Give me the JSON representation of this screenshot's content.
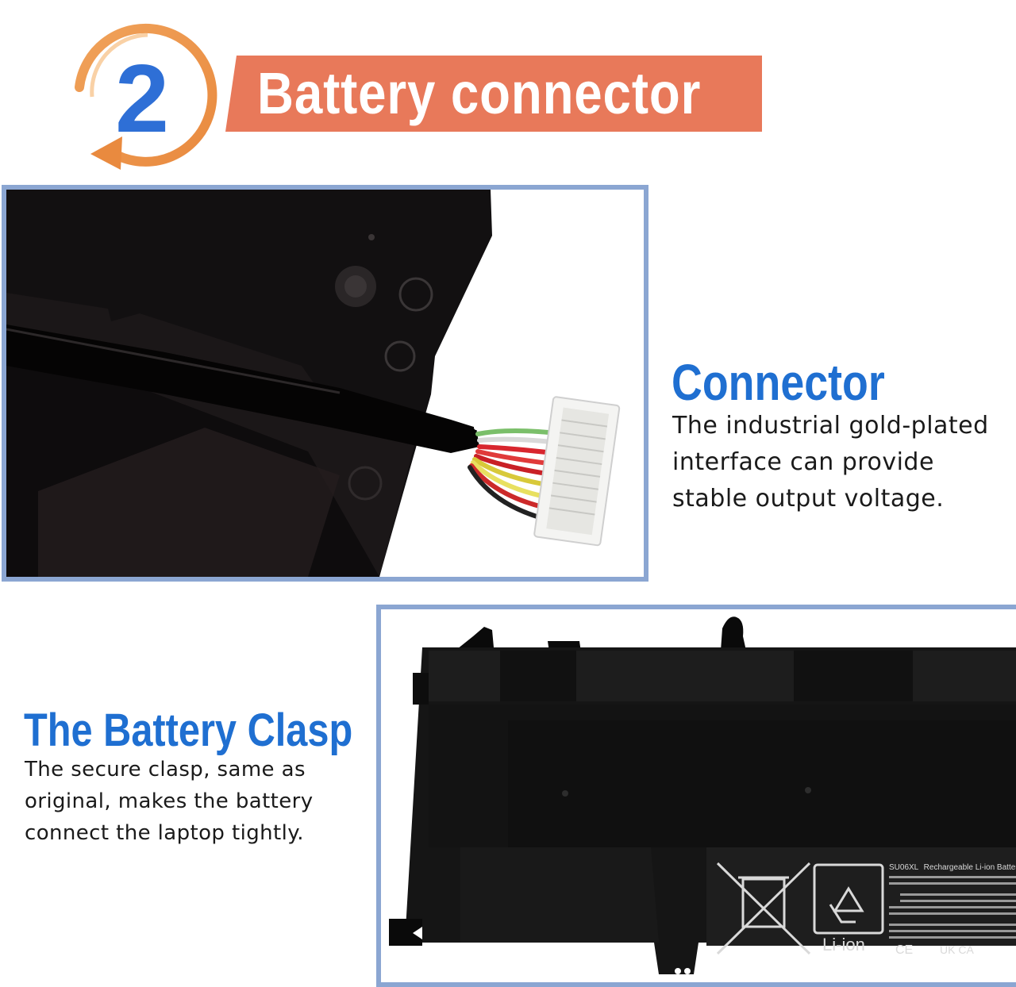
{
  "header": {
    "step_number": "2",
    "title": "Battery  connector"
  },
  "connector": {
    "heading": "Connector",
    "body": "The industrial gold-plated\ninterface can provide\nstable output voltage."
  },
  "clasp": {
    "heading": "The Battery Clasp",
    "body": "The secure clasp, same as\noriginal, makes the battery\nconnect the laptop tightly."
  },
  "battery_label": {
    "model": "SU06XL",
    "description": "Rechargeable Li-ion Battery",
    "chemistry": "Li-ion",
    "marks": [
      "CE",
      "UK CA"
    ]
  },
  "colors": {
    "accent_orange": "#e8795a",
    "heading_blue": "#1f6fd1",
    "frame_blue": "#8ba6d2"
  }
}
